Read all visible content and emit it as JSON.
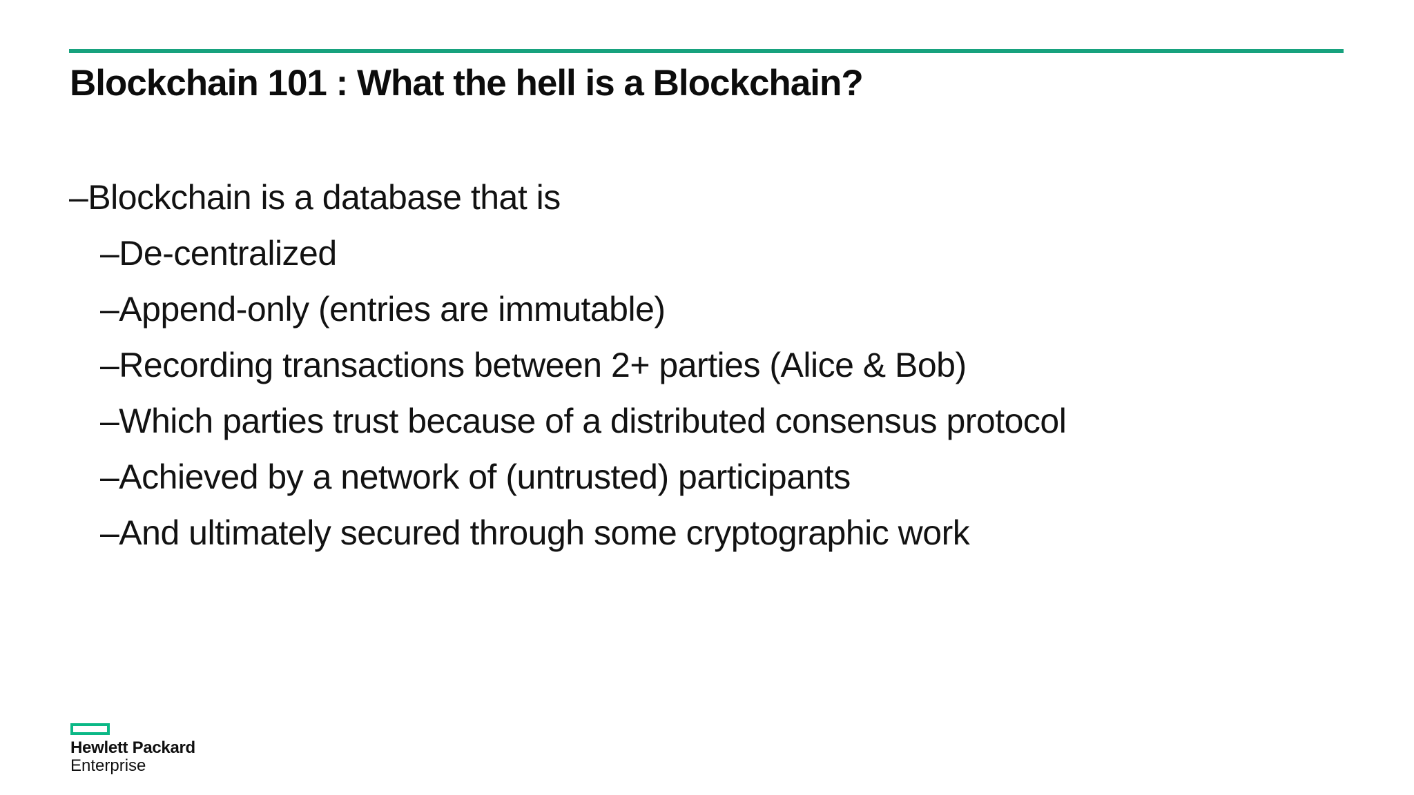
{
  "slide": {
    "title": "Blockchain 101 : What the hell is a Blockchain?",
    "accent_color": "#17A27E",
    "text_color": "#121212",
    "bullets": [
      {
        "level": 1,
        "text": "–Blockchain is a database that is"
      },
      {
        "level": 2,
        "text": "–De-centralized"
      },
      {
        "level": 2,
        "text": "–Append-only (entries are immutable)"
      },
      {
        "level": 2,
        "text": "–Recording transactions between 2+ parties (Alice & Bob)"
      },
      {
        "level": 2,
        "text": "–Which parties trust because of a distributed consensus protocol"
      },
      {
        "level": 2,
        "text": "–Achieved by a network of (untrusted) participants"
      },
      {
        "level": 2,
        "text": "–And ultimately secured through some cryptographic work"
      }
    ],
    "logo": {
      "line1": "Hewlett Packard",
      "line2": "Enterprise",
      "rect_color": "#0BB886"
    }
  }
}
